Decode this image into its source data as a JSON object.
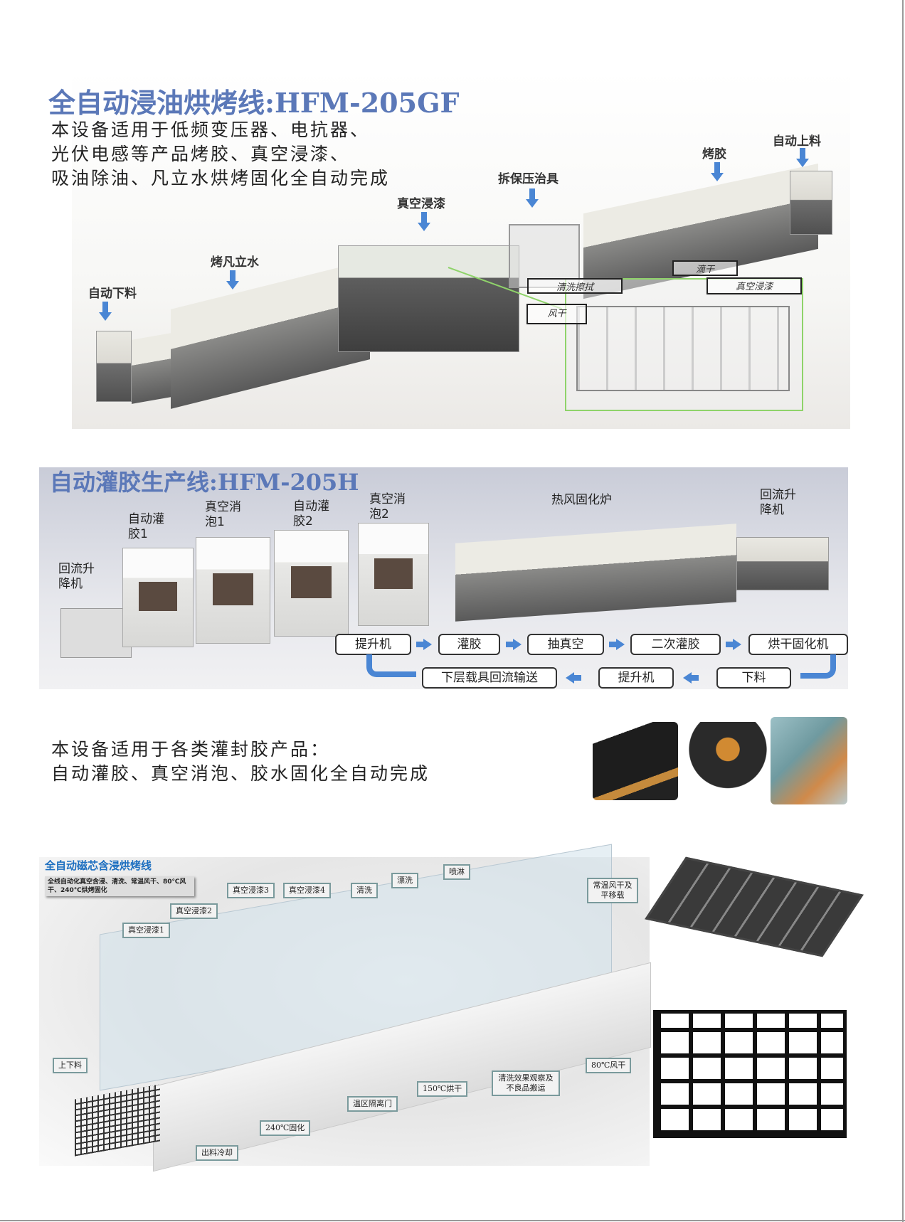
{
  "section1": {
    "title": "全自动浸油烘烤线:HFM-205GF",
    "description": [
      "本设备适用于低频变压器、电抗器、",
      "光伏电感等产品烤胶、真空浸漆、",
      "吸油除油、凡立水烘烤固化全自动完成"
    ],
    "stations": [
      "自动下料",
      "烤凡立水",
      "真空浸漆",
      "拆保压治具",
      "烤胶",
      "自动上料"
    ],
    "detail_labels": [
      "清洗擦拭",
      "滴干",
      "真空浸漆",
      "风干"
    ]
  },
  "section2": {
    "title": "自动灌胶生产线:HFM-205H",
    "stations": [
      "回流升降机",
      "自动灌胶1",
      "真空消泡1",
      "自动灌胶2",
      "真空消泡2",
      "热风固化炉",
      "回流升降机"
    ],
    "flow_top": [
      "提升机",
      "灌胶",
      "抽真空",
      "二次灌胶",
      "烘干固化机"
    ],
    "flow_bottom": [
      "下层载具回流输送",
      "提升机",
      "下料"
    ]
  },
  "section3": {
    "description": [
      "本设备适用于各类灌封胶产品：",
      "自动灌胶、真空消泡、胶水固化全自动完成"
    ]
  },
  "section4": {
    "title": "全自动磁芯含浸烘烤线",
    "subtitle": "全线自动化真空含浸、清洗、常温风干、80℃风干、240℃烘烤固化",
    "callouts": [
      "真空浸漆1",
      "真空浸漆2",
      "真空浸漆3",
      "真空浸漆4",
      "清洗",
      "漂洗",
      "喷淋",
      "常温风干及平移载",
      "上下料",
      "出料冷却",
      "240℃固化",
      "温区隔离门",
      "150℃烘干",
      "清洗效果观察及不良品搬运",
      "80℃风干"
    ]
  },
  "colors": {
    "title_blue": "#5b78b8",
    "arrow_blue": "#4a86d4",
    "highlight_green": "#8fd36a",
    "section4_title": "#1d6fc0"
  }
}
